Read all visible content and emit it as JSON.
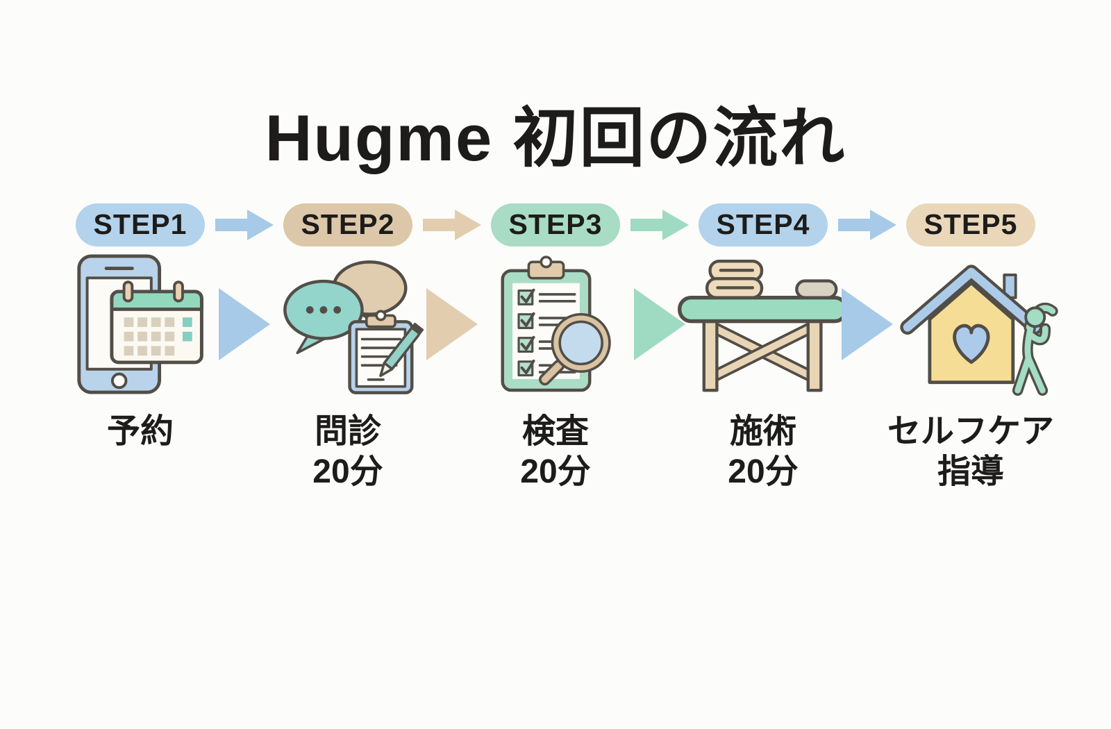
{
  "title": "Hugme 初回の流れ",
  "colors": {
    "blue": "#b3d2ec",
    "tan": "#dcc7a8",
    "mint": "#a8dcc4",
    "tanLight": "#ead7ba",
    "blueArrow": "#a6cae7",
    "tanArrow": "#e2cdaf",
    "mintArrow": "#9edbc2",
    "text": "#1d1c1a",
    "bg": "#fcfcfa",
    "outline": "#524e47"
  },
  "steps": [
    {
      "badge": "STEP1",
      "badge_color": "#b3d2ec",
      "icon": "smartphone-calendar",
      "label": "予約",
      "sublabel": ""
    },
    {
      "badge": "STEP2",
      "badge_color": "#dcc7a8",
      "icon": "speech-bubbles-clipboard-pen",
      "label": "問診",
      "sublabel": "20分"
    },
    {
      "badge": "STEP3",
      "badge_color": "#a8dcc4",
      "icon": "checklist-magnifying-glass",
      "label": "検査",
      "sublabel": "20分"
    },
    {
      "badge": "STEP4",
      "badge_color": "#b3d2ec",
      "icon": "massage-table",
      "label": "施術",
      "sublabel": "20分"
    },
    {
      "badge": "STEP5",
      "badge_color": "#ead7ba",
      "icon": "house-heart-stretching-person",
      "label": "セルフケア",
      "sublabel": "指導"
    }
  ],
  "arrows": [
    {
      "between": "STEP1-STEP2",
      "color": "#a6cae7"
    },
    {
      "between": "STEP2-STEP3",
      "color": "#e2cdaf"
    },
    {
      "between": "STEP3-STEP4",
      "color": "#9edbc2"
    },
    {
      "between": "STEP4-STEP5",
      "color": "#a6cae7"
    }
  ]
}
